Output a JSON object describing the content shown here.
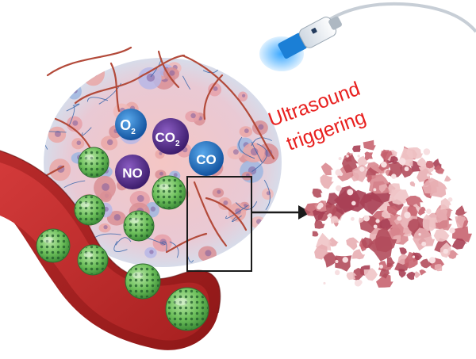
{
  "gases": [
    {
      "id": "o2",
      "main": "O",
      "sub": "2",
      "color": "#1e6fc2"
    },
    {
      "id": "co2",
      "main": "CO",
      "sub": "2",
      "color": "#4f2a86"
    },
    {
      "id": "no",
      "main": "NO",
      "sub": "",
      "color": "#4f2a86"
    },
    {
      "id": "co",
      "main": "CO",
      "sub": "",
      "color": "#1e6fc2"
    }
  ],
  "trigger": {
    "line1": "Ultrasound",
    "line2": "triggering",
    "color": "#e8201f"
  },
  "icons": [
    "ultrasound-probe-icon",
    "blood-vessel",
    "microbubble",
    "tumor",
    "disrupted-tumor-tissue",
    "arrow-right-icon"
  ]
}
